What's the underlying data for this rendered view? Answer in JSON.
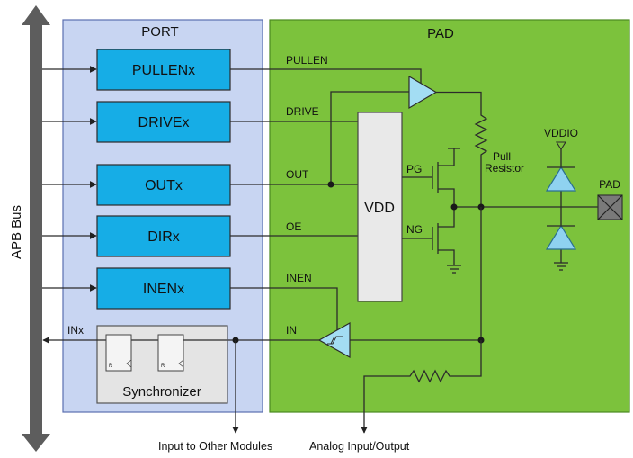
{
  "bus": {
    "label": "APB Bus"
  },
  "port": {
    "title": "PORT",
    "registers": [
      {
        "label": "PULLENx"
      },
      {
        "label": "DRIVEx"
      },
      {
        "label": "OUTx"
      },
      {
        "label": "DIRx"
      },
      {
        "label": "INENx"
      }
    ],
    "input_label": "INx",
    "synchronizer": {
      "label": "Synchronizer",
      "flipflop_reset": "R"
    }
  },
  "pad": {
    "title": "PAD",
    "signals": {
      "pullen": "PULLEN",
      "drive": "DRIVE",
      "out": "OUT",
      "oe": "OE",
      "inen": "INEN",
      "in": "IN"
    },
    "vdd": "VDD",
    "pmos_gate": "PG",
    "nmos_gate": "NG",
    "pull_resistor": {
      "line1": "Pull",
      "line2": "Resistor"
    },
    "vddio": "VDDIO",
    "pin": "PAD"
  },
  "outputs": {
    "to_modules": "Input to Other Modules",
    "analog": "Analog Input/Output"
  },
  "colors": {
    "port_fill": "#c8d5f2",
    "register_fill": "#16ade6",
    "pad_fill": "#7cc23c",
    "vdd_fill": "#e9e9e9",
    "synchronizer_fill": "#e4e4e4",
    "buffer_fill": "#a3ddf3",
    "diode_fill": "#8fd2f0",
    "bus_fill": "#5d5d5d",
    "pin_fill": "#7a7a7a"
  }
}
